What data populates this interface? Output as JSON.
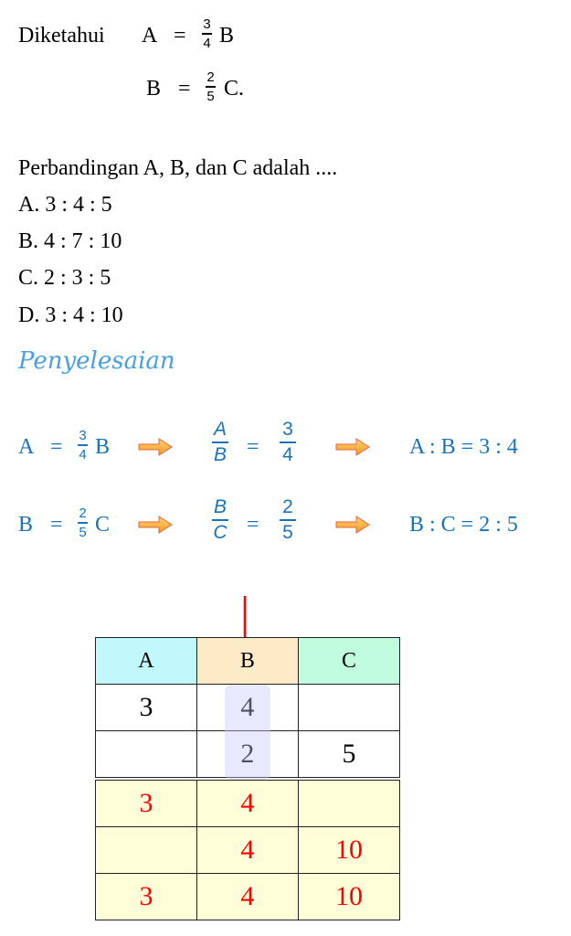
{
  "question": {
    "given_label": "Diketahui",
    "eq1": {
      "lhs": "A",
      "eq": "=",
      "num": "3",
      "den": "4",
      "rhs": "B"
    },
    "eq2": {
      "lhs": "B",
      "eq": "=",
      "num": "2",
      "den": "5",
      "rhs": "C."
    },
    "prompt": "Perbandingan A, B, dan C adalah ....",
    "options": [
      {
        "letter": "A.",
        "text": "3 : 4 : 5"
      },
      {
        "letter": "B.",
        "text": "4 : 7 : 10"
      },
      {
        "letter": "C.",
        "text": "2 : 3 : 5"
      },
      {
        "letter": "D.",
        "text": "3 : 4 : 10"
      }
    ]
  },
  "solution": {
    "heading": "Penyelesaian",
    "rows": [
      {
        "lhs": "A",
        "num": "3",
        "den": "4",
        "rhs": "B",
        "fnum": "A",
        "fden": "B",
        "rnum": "3",
        "rden": "4",
        "ratio": "A : B  = 3 : 4"
      },
      {
        "lhs": "B",
        "num": "2",
        "den": "5",
        "rhs": "C",
        "fnum": "B",
        "fden": "C",
        "rnum": "2",
        "rden": "5",
        "ratio": "B : C  = 2 : 5"
      }
    ],
    "eq": "="
  },
  "table": {
    "headers": [
      "A",
      "B",
      "C"
    ],
    "header_colors": [
      "#c0f8fc",
      "#fdebc8",
      "#c0fce0"
    ],
    "rows": [
      [
        "3",
        "4",
        ""
      ],
      [
        "",
        "2",
        "5"
      ]
    ],
    "result_rows": [
      [
        "3",
        "4",
        ""
      ],
      [
        "",
        "4",
        "10"
      ],
      [
        "3",
        "4",
        "10"
      ]
    ]
  },
  "colors": {
    "blue": "#1a73b8",
    "red": "#ff0000",
    "result_bg": "#fefed8"
  }
}
